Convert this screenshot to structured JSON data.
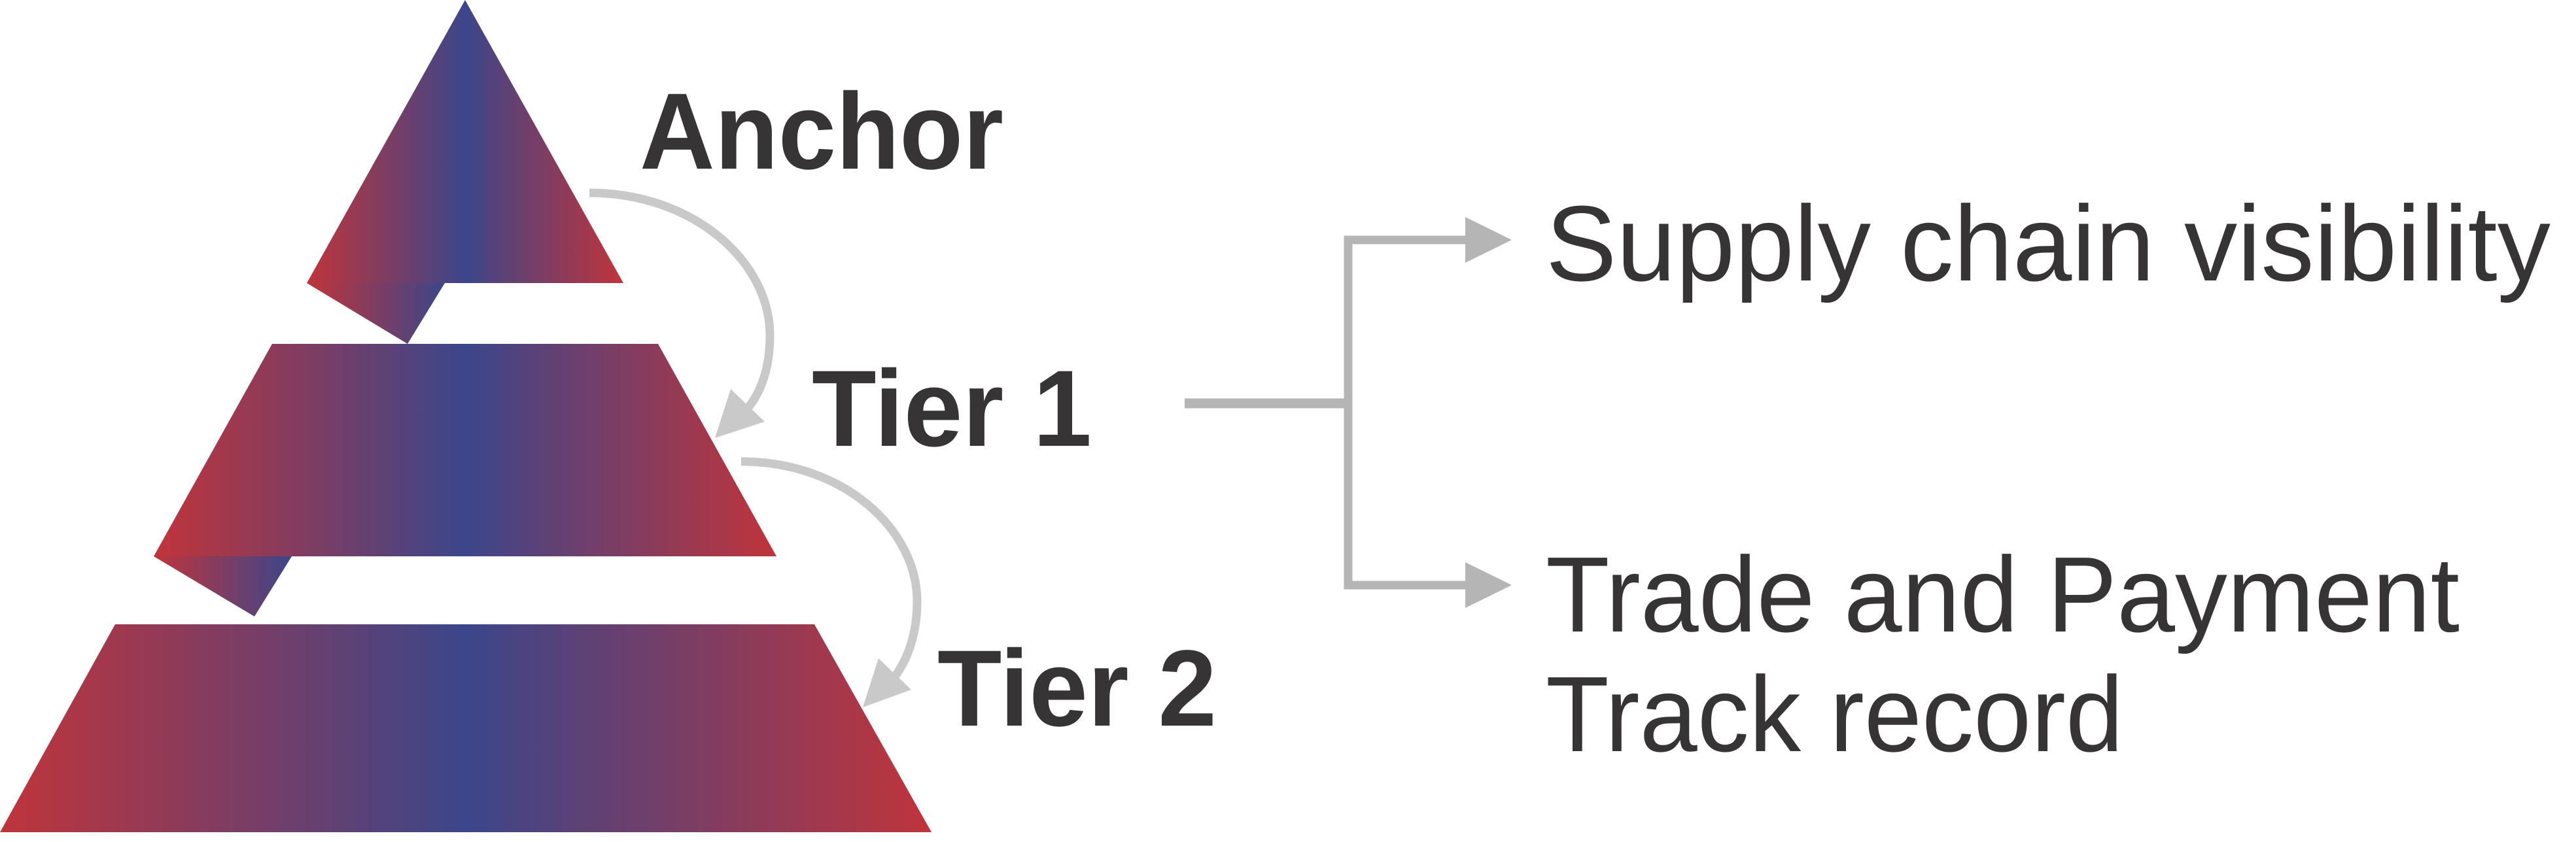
{
  "diagram": {
    "type": "tiered pyramid with branching outcomes",
    "tiers": [
      {
        "label": "Anchor"
      },
      {
        "label": "Tier 1"
      },
      {
        "label": "Tier 2"
      }
    ],
    "flow": [
      {
        "from": "Anchor",
        "to": "Tier 1",
        "icon": "curved-arrow-icon"
      },
      {
        "from": "Tier 1",
        "to": "Tier 2",
        "icon": "curved-arrow-icon"
      }
    ],
    "branch_source": "Tier 1",
    "outcomes": [
      {
        "lines": [
          "Supply chain visibility"
        ]
      },
      {
        "lines": [
          "Trade and Payment",
          "Track record"
        ]
      }
    ]
  },
  "colors": {
    "gradient_edge": "#c0343b",
    "gradient_center": "#3b468a",
    "text": "#363435",
    "curved_arrow": "#c9c9c9",
    "connector": "#b5b5b5",
    "background": "#ffffff"
  }
}
